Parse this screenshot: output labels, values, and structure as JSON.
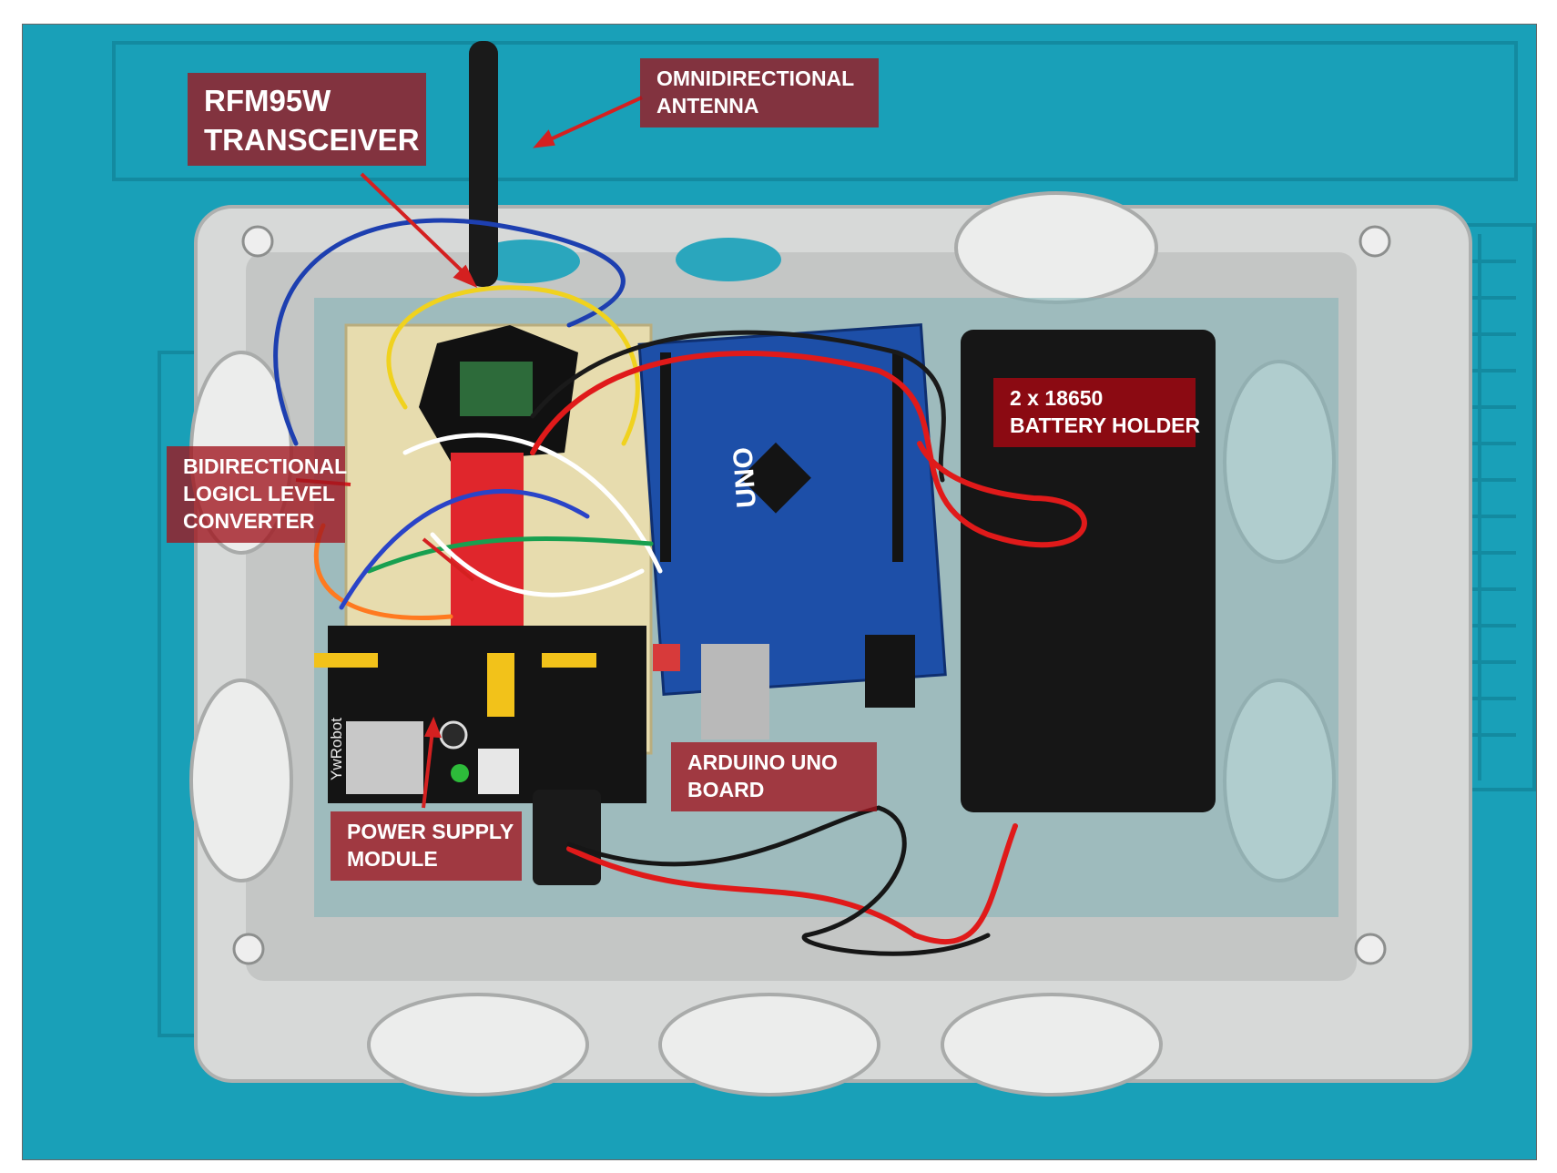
{
  "figure": {
    "colors": {
      "mat": "#19a0b8",
      "enclosure": "#d7d9d8",
      "callout": "#a0141e",
      "wire_red": "#e01a1a",
      "board_blue": "#1d4fa8"
    },
    "callouts": {
      "transceiver": {
        "line1": "RFM95W",
        "line2": "TRANSCEIVER"
      },
      "antenna": {
        "line1": "OMNIDIRECTIONAL",
        "line2": "ANTENNA"
      },
      "level_converter": {
        "line1": "BIDIRECTIONAL",
        "line2": "LOGICL LEVEL",
        "line3": "CONVERTER"
      },
      "battery": {
        "line1": "2 x 18650",
        "line2": "BATTERY HOLDER"
      },
      "arduino": {
        "line1": "ARDUINO UNO",
        "line2": "BOARD"
      },
      "power": {
        "line1": "POWER SUPPLY",
        "line2": "MODULE"
      }
    },
    "board_print": {
      "uno": "UNO",
      "brand": "YwRobot"
    }
  }
}
